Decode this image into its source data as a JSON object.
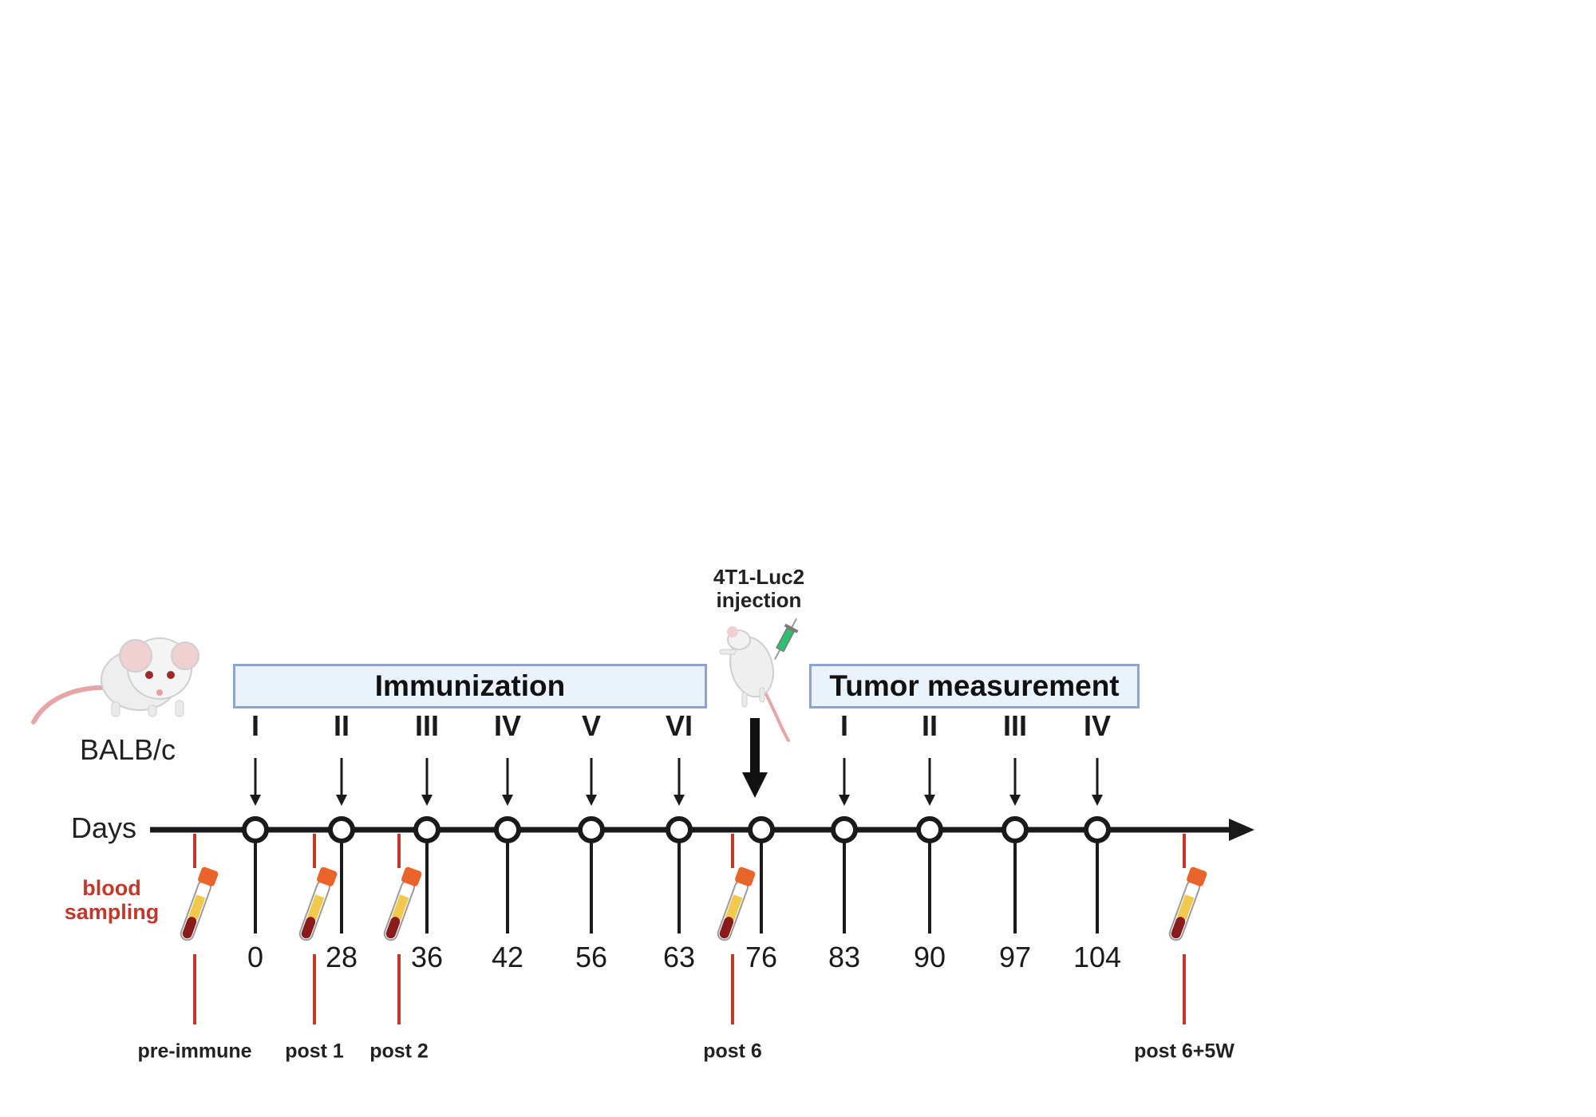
{
  "strain_label": "BALB/c",
  "axis_label": "Days",
  "blood_sampling_label": "blood\nsampling",
  "injection_label": "4T1-Luc2\ninjection",
  "immunization": {
    "title": "Immunization",
    "doses": [
      "I",
      "II",
      "III",
      "IV",
      "V",
      "VI"
    ],
    "days": [
      "0",
      "28",
      "36",
      "42",
      "56",
      "63"
    ]
  },
  "injection_day": "76",
  "tumor_measurement": {
    "title": "Tumor measurement",
    "rounds": [
      "I",
      "II",
      "III",
      "IV"
    ],
    "days": [
      "83",
      "90",
      "97",
      "104"
    ]
  },
  "blood_samples": [
    "pre-immune",
    "post 1",
    "post 2",
    "post 6",
    "post 6+5W"
  ],
  "colors": {
    "axis": "#1a1a1a",
    "blood": "#c0392b",
    "phase_fill": "#eaf3fb",
    "phase_border": "#8fa3cf",
    "tube_cap": "#e8642a",
    "tube_blood": "#8b1a1a",
    "tube_serum": "#f2c94c"
  },
  "icons": [
    "mouse-icon",
    "injected-mouse-icon",
    "syringe-icon",
    "blood-tube-icon"
  ]
}
